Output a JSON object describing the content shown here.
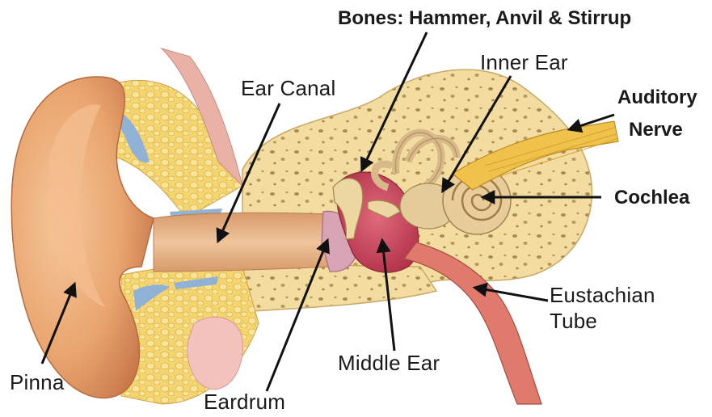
{
  "labels": {
    "bones": "Bones: Hammer, Anvil & Stirrup",
    "inner_ear": "Inner Ear",
    "ear_canal": "Ear Canal",
    "auditory_nerve_line1": "Auditory",
    "auditory_nerve_line2": "Nerve",
    "cochlea": "Cochlea",
    "eustachian_line1": "Eustachian",
    "eustachian_line2": "Tube",
    "middle_ear": "Middle Ear",
    "pinna": "Pinna",
    "eardrum": "Eardrum"
  },
  "colors": {
    "skin": "#e9a56f",
    "skin_dark": "#c9784a",
    "bone": "#f2dca0",
    "fat": "#f4d570",
    "cartilage_blue": "#8fb2d6",
    "canal_wall": "#e8c6a3",
    "middle_ear_red": "#c8435a",
    "nerve": "#e9b43a",
    "arrow": "#111111"
  }
}
